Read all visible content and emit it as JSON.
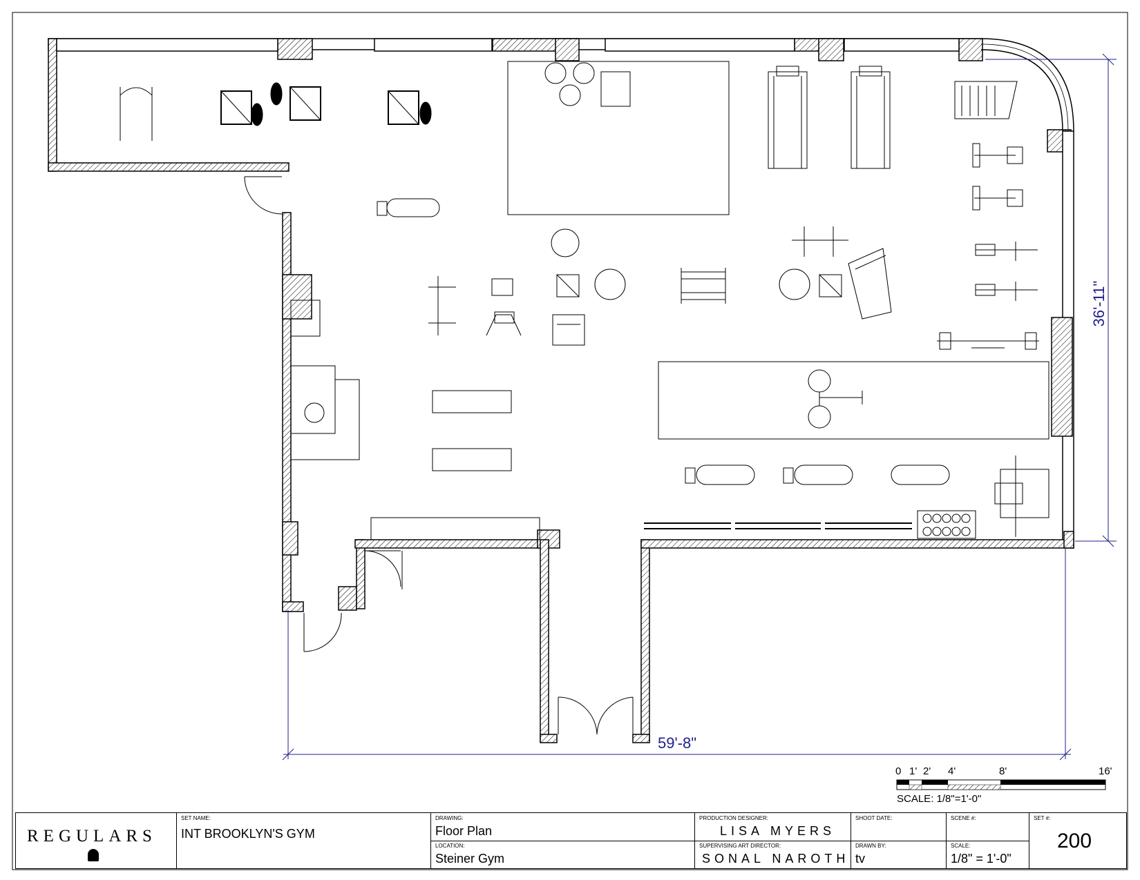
{
  "dimensions": {
    "height": "36'-11\"",
    "width": "59'-8\""
  },
  "scale_bar": {
    "ticks": [
      "0",
      "1'",
      "2'",
      "4'",
      "8'",
      "16'"
    ],
    "label": "SCALE:  1/8\"=1'-0\""
  },
  "title_block": {
    "logo": "REGULARS",
    "set_name_label": "SET NAME:",
    "set_name": "INT BROOKLYN'S GYM",
    "drawing_label": "DRAWING:",
    "drawing": "Floor Plan",
    "location_label": "LOCATION:",
    "location": "Steiner Gym",
    "production_designer_label": "PRODUCTION DESIGNER:",
    "production_designer": "LISA MYERS",
    "supervising_art_director_label": "SUPERVISING ART DIRECTOR:",
    "supervising_art_director": "SONAL NAROTH",
    "shoot_date_label": "SHOOT DATE:",
    "shoot_date": "",
    "drawn_by_label": "DRAWN BY:",
    "drawn_by": "tv",
    "scene_label": "SCENE #:",
    "scene": "",
    "scale_label": "SCALE:",
    "scale": "1/8\" = 1'-0\"",
    "set_number_label": "SET #:",
    "set_number": "200"
  },
  "colors": {
    "line": "#000000",
    "dimension": "#1f1f8c"
  }
}
